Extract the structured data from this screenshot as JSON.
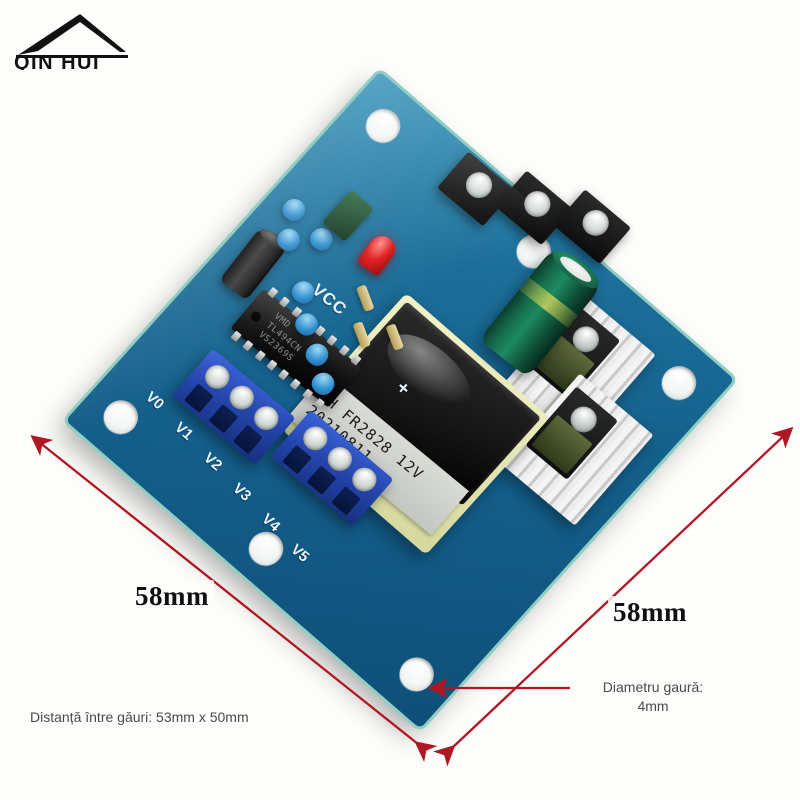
{
  "logo": {
    "name": "QIN HUI",
    "shape": "triangle-mark"
  },
  "product": {
    "type": "pcb-power-module",
    "board_color": "#1c6f9a",
    "accent_color": "#c8102e"
  },
  "annotations": {
    "dimension_left": "58mm",
    "dimension_right": "58mm",
    "hole_spacing_note": "Distanță între găuri: 53mm x 50mm",
    "hole_diameter_note_line1": "Diametru gaură:",
    "hole_diameter_note_line2": "4mm"
  },
  "board": {
    "transformer": {
      "line1": "YH FR2828 12V",
      "line2": "20210811"
    },
    "ic": {
      "line1": "VMD",
      "line2": "TL494CN",
      "line3": "VS2369S"
    },
    "silkscreen": {
      "vcc": "VCC",
      "plus": "+"
    },
    "terminals": [
      {
        "label": "V0"
      },
      {
        "label": "V1"
      },
      {
        "label": "V2"
      },
      {
        "label": "V3"
      },
      {
        "label": "V4"
      },
      {
        "label": "V5"
      }
    ]
  }
}
